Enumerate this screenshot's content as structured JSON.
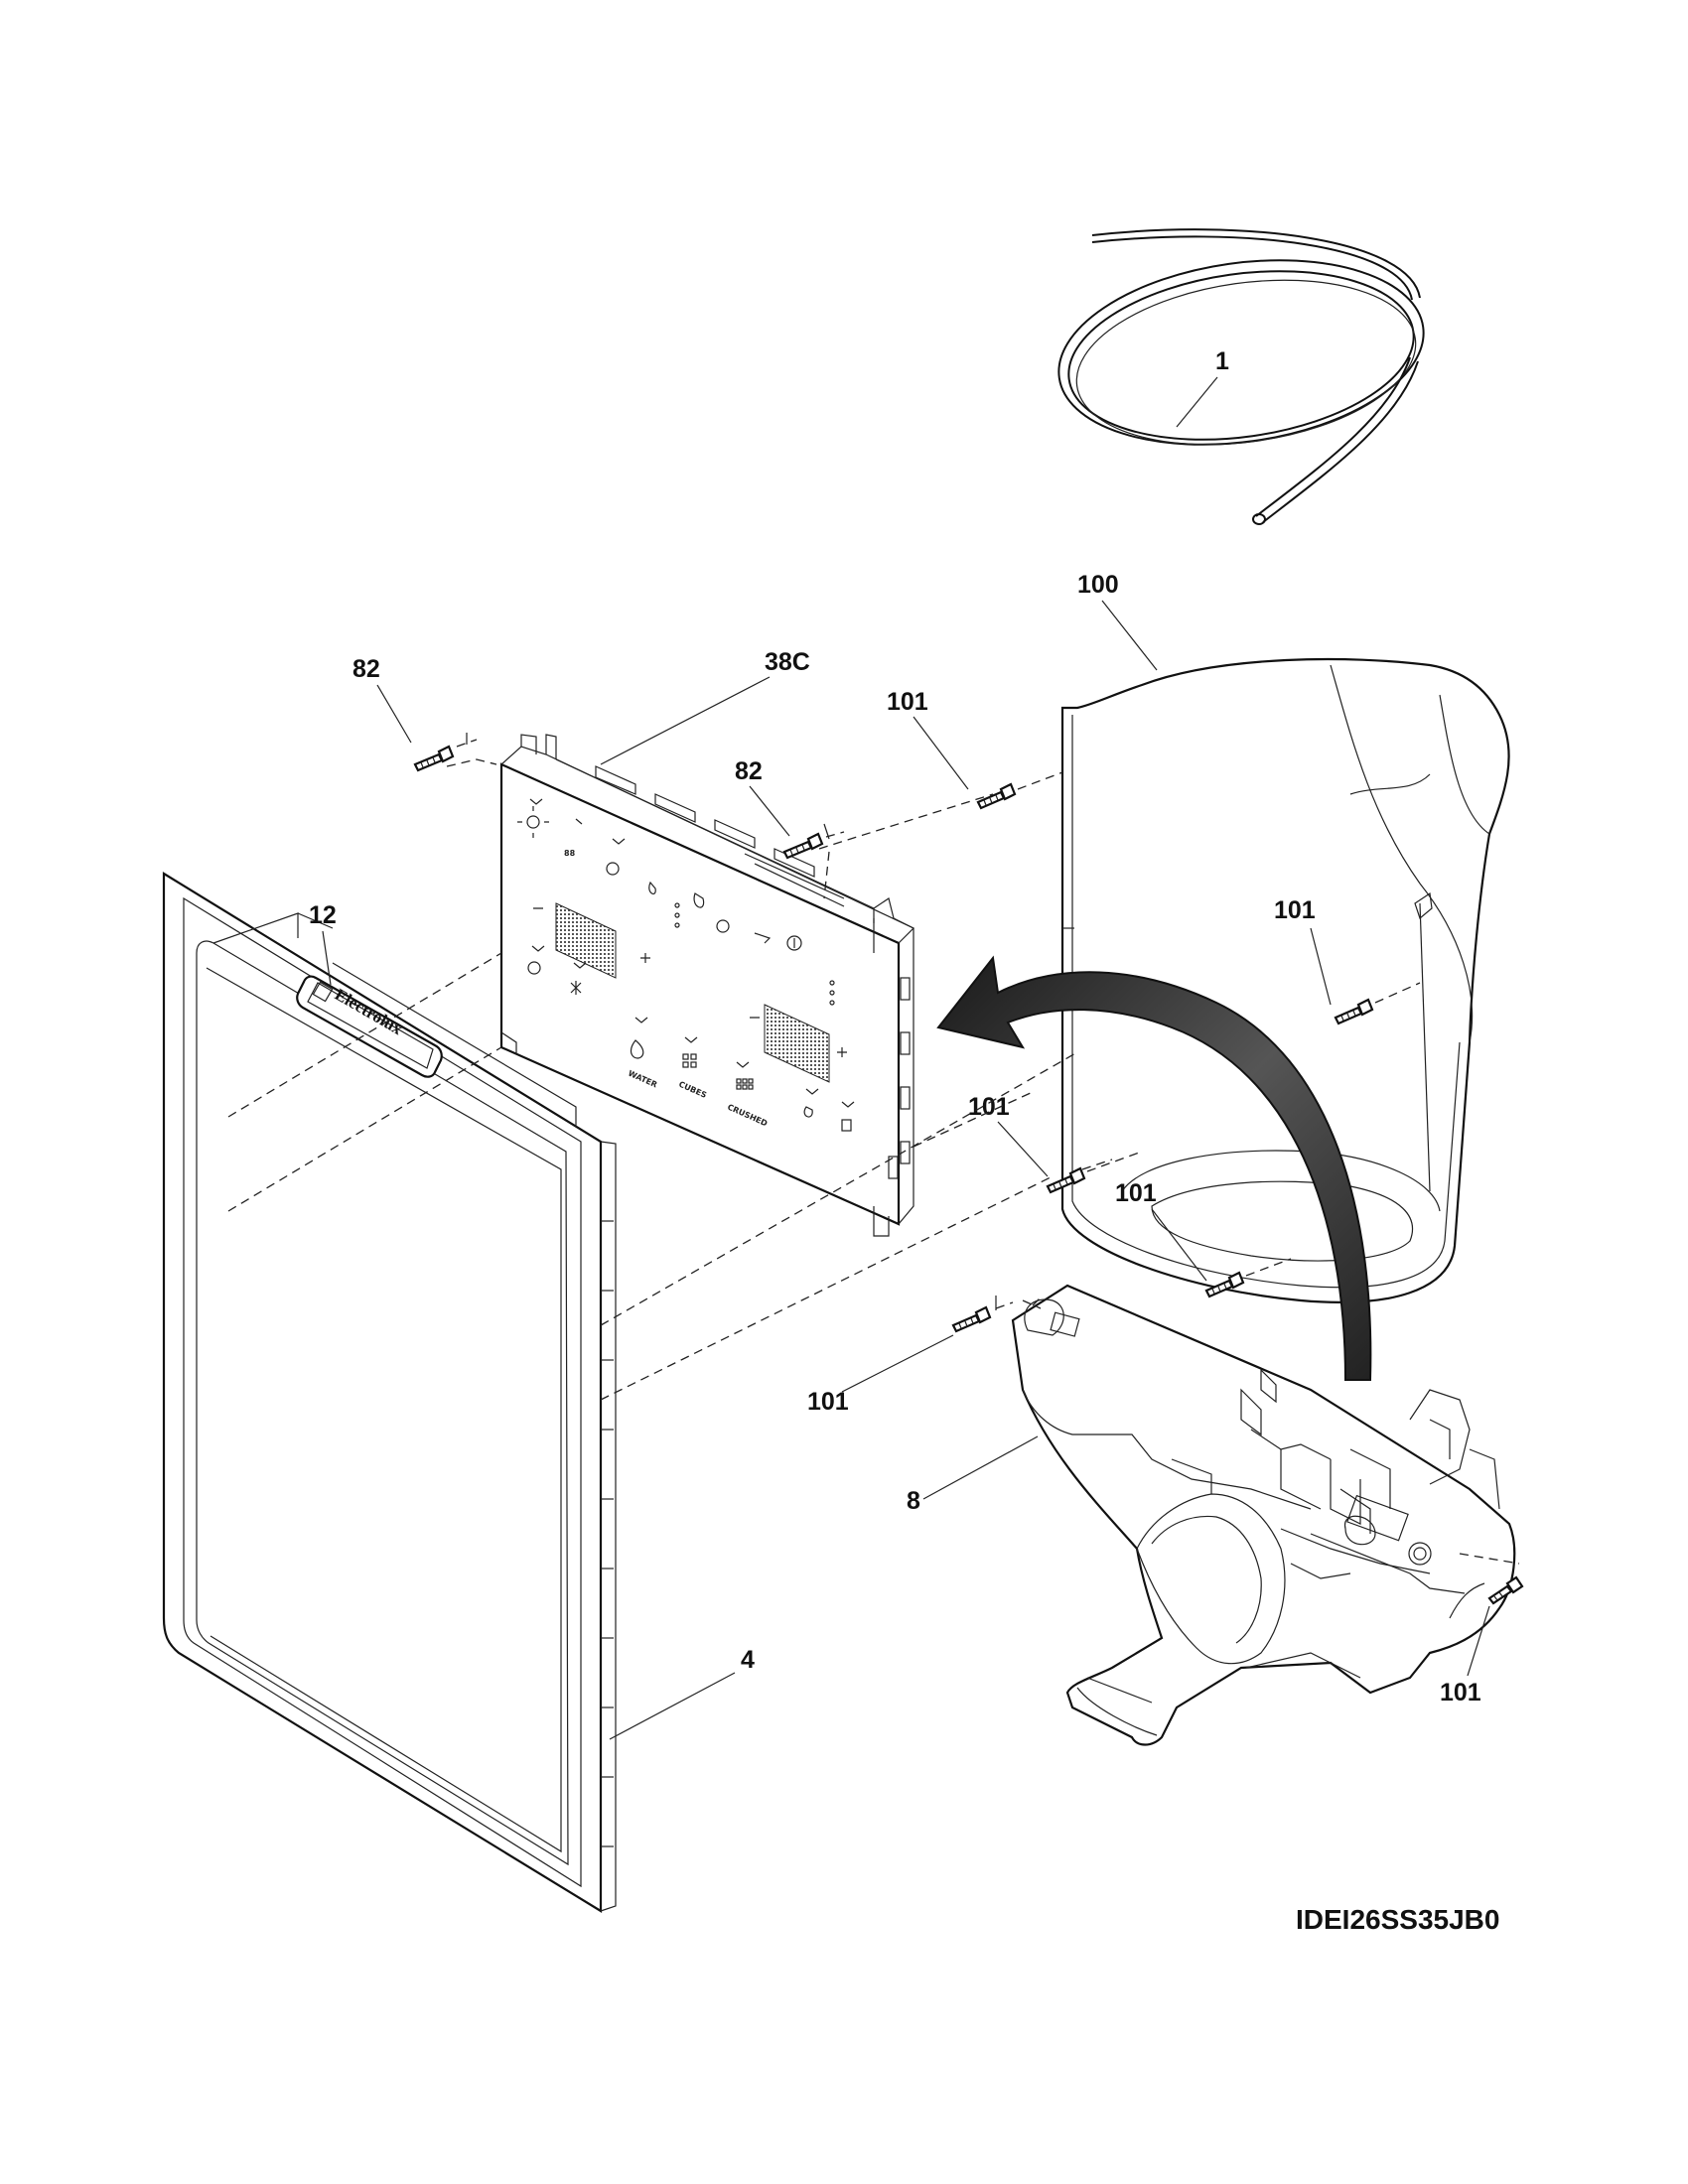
{
  "diagram": {
    "model_code": "IDEI26SS35JB0",
    "brand_logo": "Electrolux",
    "callouts": {
      "tubing": "1",
      "bucket": "100",
      "control_board": "38C",
      "screw_82_left": "82",
      "screw_82_center": "82",
      "screw_101_upper": "101",
      "screw_101_right": "101",
      "screw_101_mid": "101",
      "screw_101_lower": "101",
      "screw_101_bottom_left": "101",
      "screw_101_bottom_right": "101",
      "logo_plate": "12",
      "frame": "4",
      "dispenser_housing": "8"
    },
    "panel_labels": {
      "water": "WATER",
      "cubes": "CUBES",
      "crushed": "CRUSHED",
      "digits": "88"
    }
  }
}
